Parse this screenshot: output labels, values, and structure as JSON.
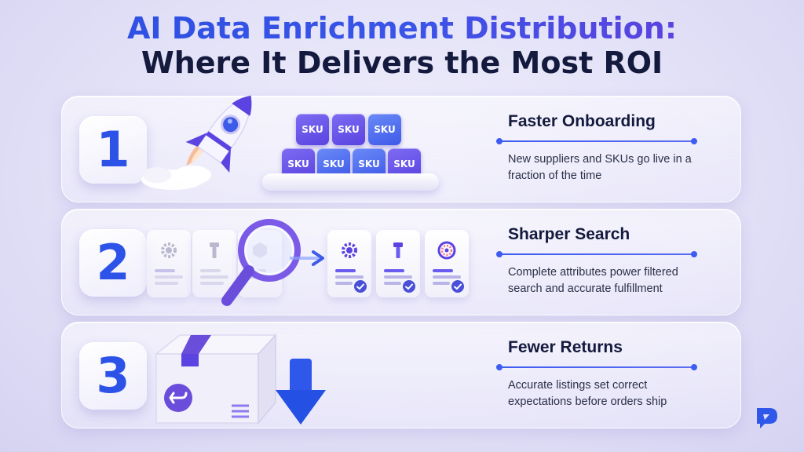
{
  "header": {
    "title_line1": "AI Data Enrichment Distribution:",
    "title_line2": "Where It Delivers the Most ROI"
  },
  "items": [
    {
      "number": "1",
      "heading": "Faster Onboarding",
      "description": "New suppliers and SKUs go live in a fraction of the time",
      "illustration": "rocket-icon",
      "sku_label": "SKU"
    },
    {
      "number": "2",
      "heading": "Sharper Search",
      "description": "Complete attributes power filtered search and accurate fulfillment",
      "illustration": "magnifier-icon"
    },
    {
      "number": "3",
      "heading": "Fewer Returns",
      "description": "Accurate listings set correct expectations before orders ship",
      "illustration": "box-return-icon"
    }
  ],
  "colors": {
    "accent_blue": "#2d52e8",
    "accent_purple": "#6b3bdb",
    "heading_dark": "#141a3d"
  },
  "brand": {
    "logo_icon": "brand-logo-icon"
  }
}
